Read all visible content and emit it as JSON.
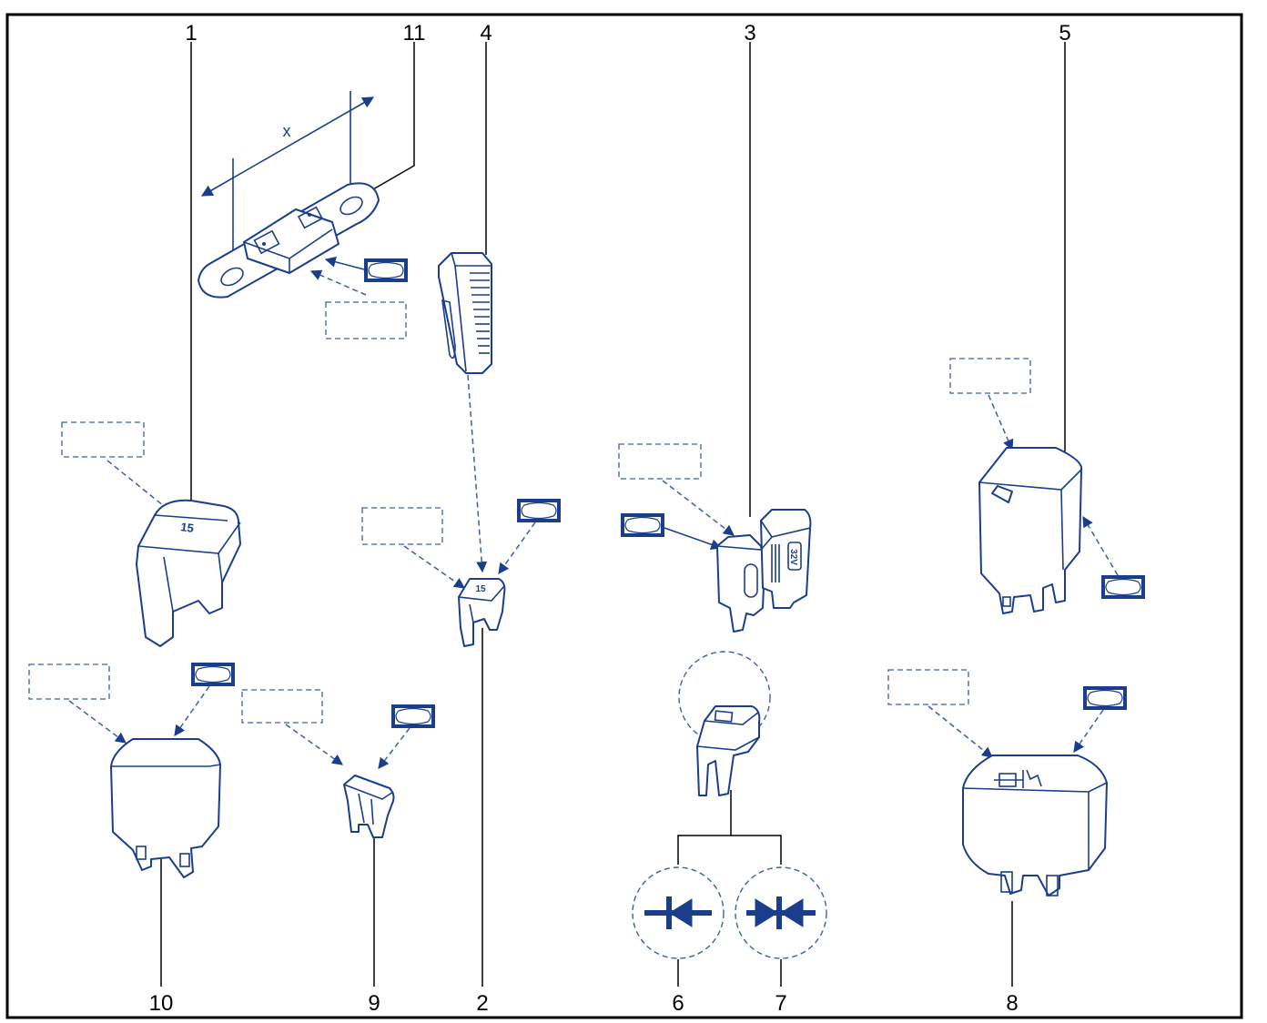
{
  "callouts": {
    "n1": "1",
    "n2": "2",
    "n3": "3",
    "n4": "4",
    "n5": "5",
    "n6": "6",
    "n7": "7",
    "n8": "8",
    "n9": "9",
    "n10": "10",
    "n11": "11"
  },
  "dimension_label": "x",
  "maxi_fuse_value": "15",
  "mini_fuse_value": "15",
  "diode_fuse_rating": "32V",
  "colors": {
    "line_art": "#1a3e8c",
    "dashed": "#3d5fa8",
    "callout": "#000000",
    "background": "#ffffff"
  },
  "symbols": [
    "diode-symbol",
    "double-diode-symbol"
  ]
}
